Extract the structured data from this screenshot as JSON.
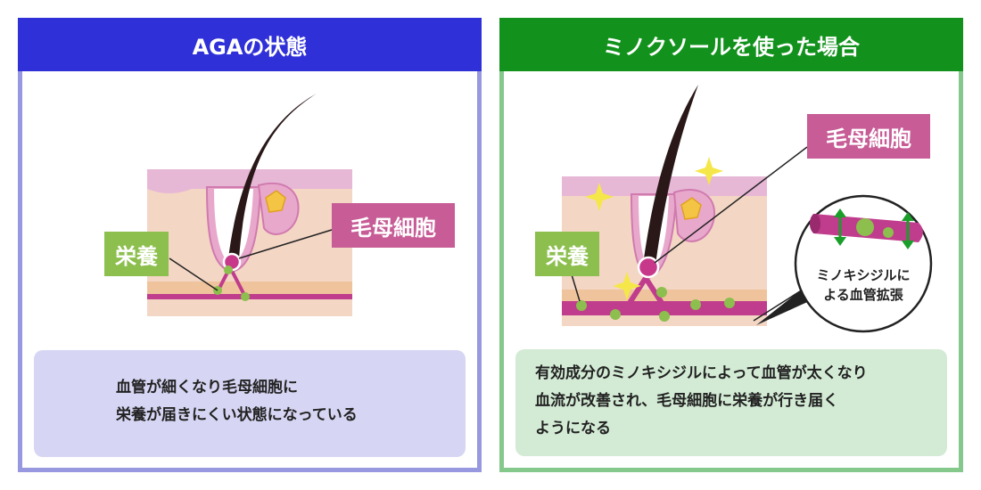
{
  "left_panel": {
    "title": "AGAの状態",
    "label_nutrition": "栄養",
    "label_hair_cell": "毛母細胞",
    "caption_lines": [
      "血管が細くなり毛母細胞に",
      "栄養が届きにくい状態になっている"
    ]
  },
  "right_panel": {
    "title": "ミノクソールを使った場合",
    "label_nutrition": "栄養",
    "label_hair_cell": "毛母細胞",
    "vessel_callout_lines": [
      "ミノキシジルに",
      "よる血管拡張"
    ],
    "caption_lines": [
      "有効成分のミノキシジルによって血管が太くなり",
      "血流が改善され、毛母細胞に栄養が行き届く",
      "ようになる"
    ]
  },
  "colors": {
    "left_header": "#3030d8",
    "right_header": "#12921c",
    "nutrition_tag": "#8cbf4d",
    "hair_cell_tag": "#c75c96",
    "blood_vessel": "#c03c8c",
    "arrow": "#1a9e2a"
  }
}
